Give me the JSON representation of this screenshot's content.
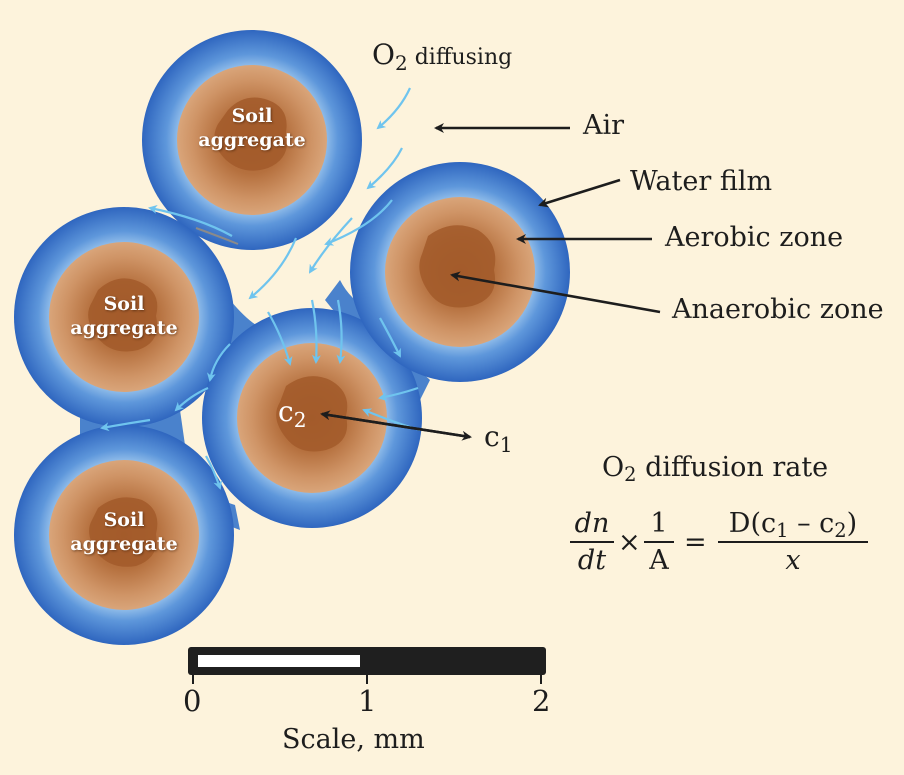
{
  "labels": {
    "o2_diffusing": {
      "symbol": "O",
      "sub": "2",
      "text": "diffusing"
    },
    "air": "Air",
    "water_film": "Water film",
    "aerobic_zone": "Aerobic zone",
    "anaerobic_zone": "Anaerobic zone",
    "c2": {
      "symbol": "c",
      "sub": "2"
    },
    "c1": {
      "symbol": "c",
      "sub": "1"
    }
  },
  "aggregates": [
    {
      "line1": "Soil",
      "line2": "aggregate"
    },
    {
      "line1": "Soil",
      "line2": "aggregate"
    },
    {
      "line1": "Soil",
      "line2": "aggregate"
    }
  ],
  "formula": {
    "title_symbol": "O",
    "title_sub": "2",
    "title_text": "diffusion rate",
    "lhs_num": "dn",
    "lhs_den": "dt",
    "times": "×",
    "mid_num": "1",
    "mid_den": "A",
    "equals": "=",
    "rhs_num_prefix": "D(c",
    "rhs_num_sub1": "1",
    "rhs_num_mid": " – c",
    "rhs_num_sub2": "2",
    "rhs_num_suffix": ")",
    "rhs_den": "x"
  },
  "scale": {
    "ticks": [
      "0",
      "1",
      "2"
    ],
    "caption": "Scale, mm"
  },
  "colors": {
    "background": "#fdf3dc",
    "water_film": "#3f78c8",
    "aggregate": "#c98a5c",
    "anaerobic_core": "#a9602f",
    "diffusion_arrow": "#6fc4ee"
  }
}
